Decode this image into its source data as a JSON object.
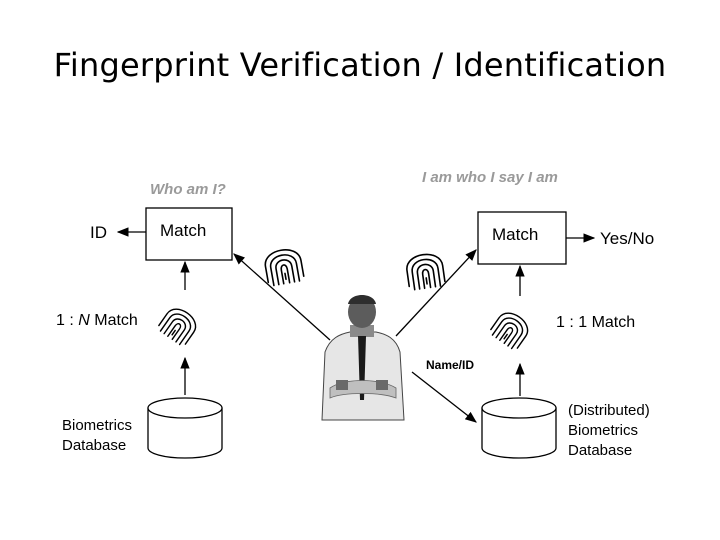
{
  "title": "Fingerprint Verification / Identification",
  "identification": {
    "question": "Who am I?",
    "match_label": "Match",
    "output_label": "ID",
    "match_type_prefix": "1 : ",
    "match_type_n": "N",
    "match_type_suffix": " Match",
    "database_line1": "Biometrics",
    "database_line2": "Database"
  },
  "verification": {
    "claim": "I am who I say I am",
    "match_label": "Match",
    "output_label": "Yes/No",
    "match_type": "1 : 1 Match",
    "claimed_identity": "Name/ID",
    "database_line1": "(Distributed)",
    "database_line2": "Biometrics",
    "database_line3": "Database"
  },
  "icons": {
    "fingerprint": "fingerprint-icon",
    "person": "person-icon",
    "database": "database-cylinder-icon"
  }
}
